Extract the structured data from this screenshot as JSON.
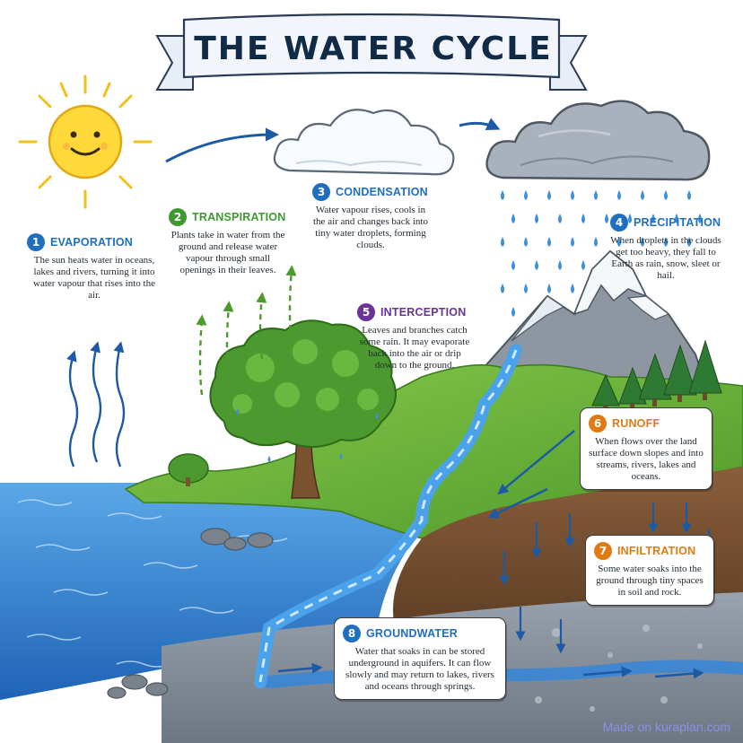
{
  "title": "THE WATER CYCLE",
  "footer": "Made on kuraplan.com",
  "colors": {
    "blue": "#1f6fc0",
    "green": "#3c9a2e",
    "purple": "#6a3597",
    "orange": "#e07b13",
    "ocean": "#3f8fd6",
    "sun": "#ffd93a"
  },
  "stages": [
    {
      "number": "1",
      "title": "EVAPORATION",
      "description": "The sun heats water in oceans, lakes and rivers, turning it into water vapour that rises into the air."
    },
    {
      "number": "2",
      "title": "TRANSPIRATION",
      "description": "Plants take in water from the ground and release water vapour through small openings in their leaves."
    },
    {
      "number": "3",
      "title": "CONDENSATION",
      "description": "Water vapour rises, cools in the air and changes back into tiny water droplets, forming clouds."
    },
    {
      "number": "4",
      "title": "PRECIPITATION",
      "description": "When droplets in the clouds get too heavy, they fall to Earth as rain, snow, sleet or hail."
    },
    {
      "number": "5",
      "title": "INTERCEPTION",
      "description": "Leaves and branches catch some rain. It may evaporate back into the air or drip down to the ground."
    },
    {
      "number": "6",
      "title": "RUNOFF",
      "description": "When flows over the land surface down slopes and into streams, rivers, lakes and oceans."
    },
    {
      "number": "7",
      "title": "INFILTRATION",
      "description": "Some water soaks into the ground through tiny spaces in soil and rock."
    },
    {
      "number": "8",
      "title": "GROUNDWATER",
      "description": "Water that soaks in can be stored underground in aquifers. It can flow slowly and may return to lakes, rivers and oceans through springs."
    }
  ]
}
